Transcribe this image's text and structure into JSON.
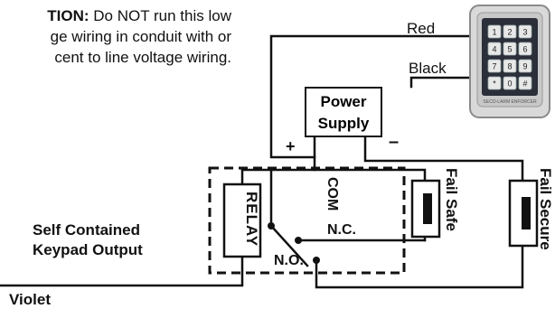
{
  "caution": {
    "heading": "TION:",
    "line1": " Do NOT run this low",
    "line2": "ge wiring in conduit with or",
    "line3": "cent to line voltage wiring."
  },
  "wires": {
    "red": "Red",
    "black": "Black",
    "violet": "Violet"
  },
  "power_supply": {
    "line1": "Power",
    "line2": "Supply",
    "plus": "+",
    "minus": "–"
  },
  "relay": {
    "label": "RELAY",
    "com": "COM",
    "nc": "N.C.",
    "no": "N.O."
  },
  "locks": {
    "fail_safe": "Fail Safe",
    "fail_secure": "Fail Secure"
  },
  "output_label": {
    "line1": "Self Contained",
    "line2": "Keypad Output"
  },
  "keypad": {
    "keys": [
      "1",
      "2",
      "3",
      "4",
      "5",
      "6",
      "7",
      "8",
      "9",
      "*",
      "0",
      "#"
    ],
    "brand": "SECO-LARM ENFORCER"
  }
}
